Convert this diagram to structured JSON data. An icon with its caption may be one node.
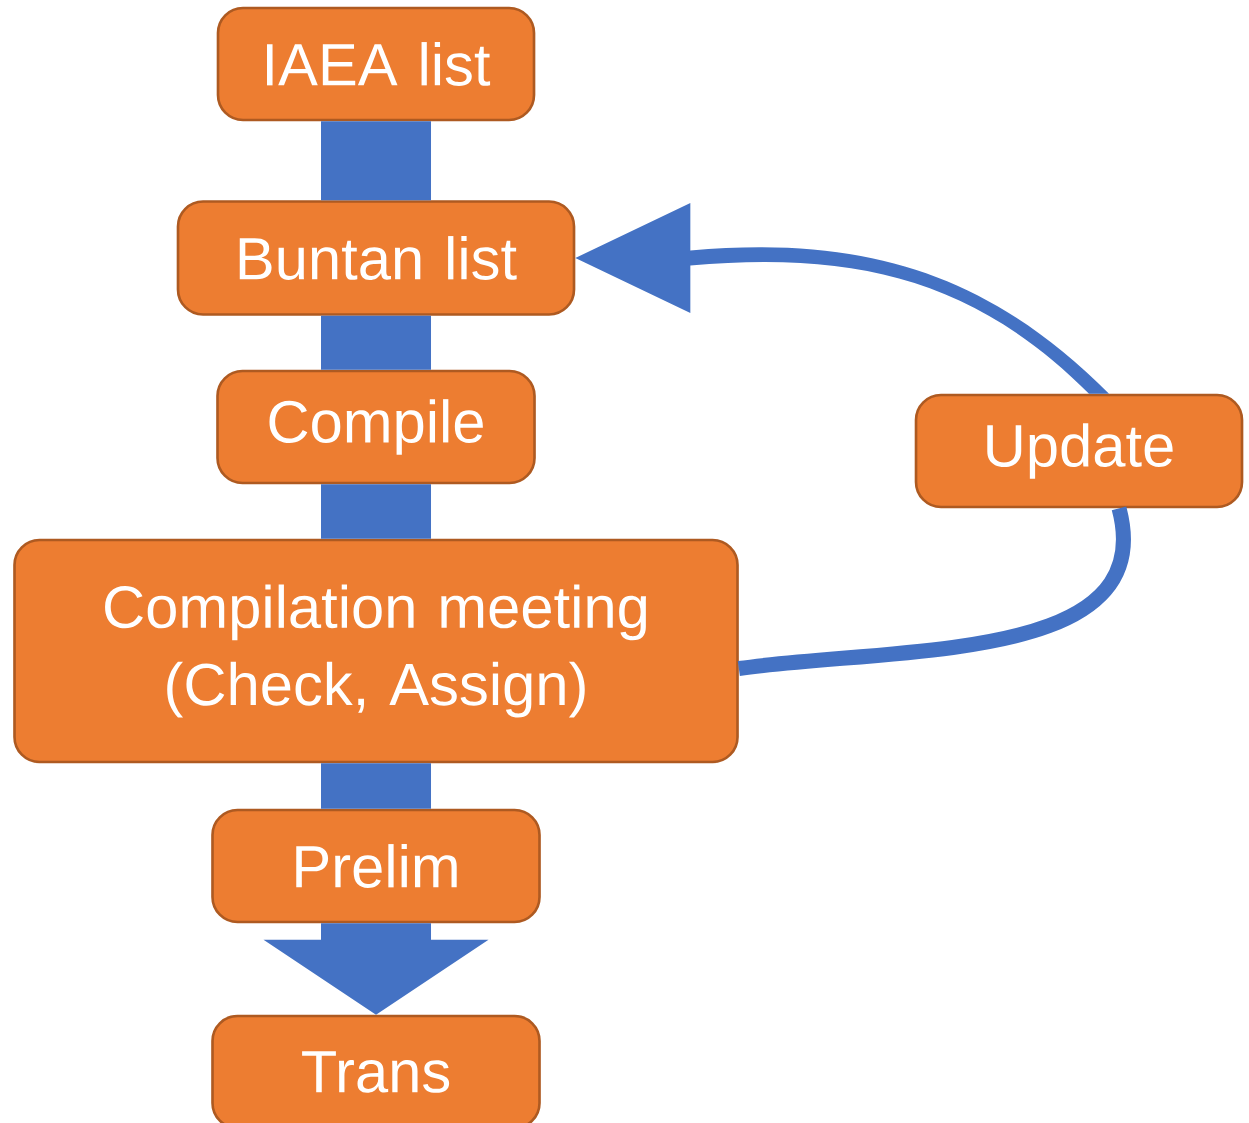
{
  "diagram": {
    "nodes": [
      {
        "text": [
          "IAEA list"
        ]
      },
      {
        "text": [
          "Buntan list"
        ]
      },
      {
        "text": [
          "Compile"
        ]
      },
      {
        "text": [
          "Compilation meeting (Check, Assign)"
        ]
      },
      {
        "text": [
          "Update"
        ]
      },
      {
        "text": [
          "Prelim"
        ]
      },
      {
        "text": [
          "Trans"
        ]
      }
    ],
    "edges": [
      {
        "from": 0,
        "to": 1,
        "arrow": "none"
      },
      {
        "from": 1,
        "to": 2,
        "arrow": "none"
      },
      {
        "from": 2,
        "to": 3,
        "arrow": "none"
      },
      {
        "from": 3,
        "to": 5,
        "arrow": "none"
      },
      {
        "from": 5,
        "to": 6,
        "arrow": "to"
      },
      {
        "from": 3,
        "to": 4,
        "arrow": "none"
      },
      {
        "from": 4,
        "to": 1,
        "arrow": "to"
      }
    ]
  }
}
